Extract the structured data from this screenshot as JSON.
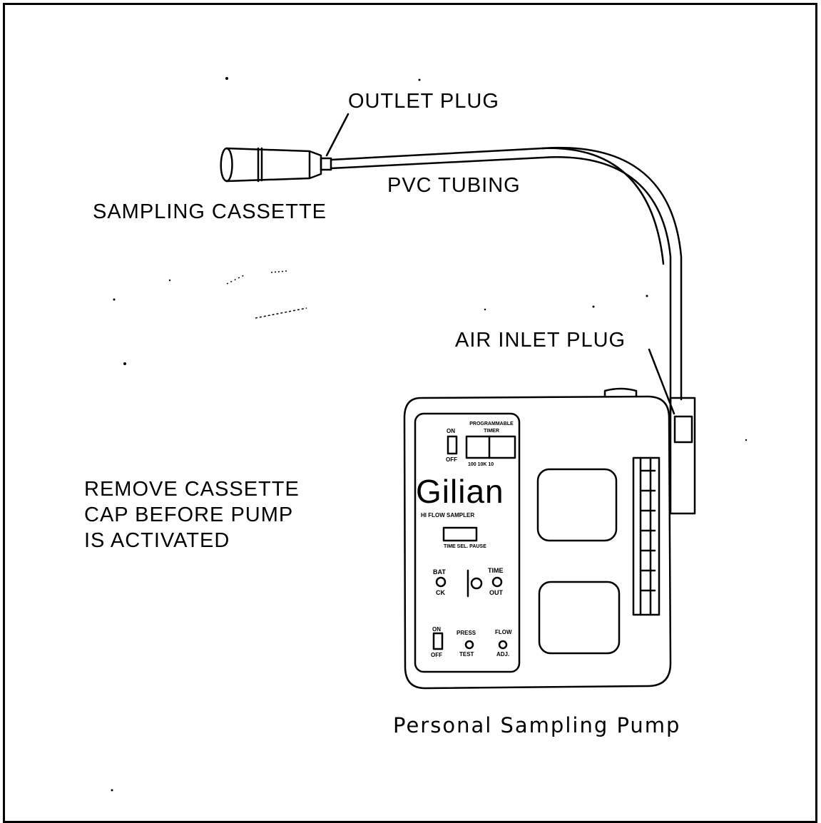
{
  "labels": {
    "outlet_plug": "OUTLET PLUG",
    "pvc_tubing": "PVC TUBING",
    "sampling_cassette": "SAMPLING CASSETTE",
    "air_inlet_plug": "AIR INLET PLUG",
    "remove_line1": "REMOVE CASSETTE",
    "remove_line2": "CAP BEFORE PUMP",
    "remove_line3": "IS ACTIVATED",
    "caption": "Personal Sampling Pump"
  },
  "pump": {
    "brand": "Gilian",
    "model_line": "HI FLOW SAMPLER",
    "on": "ON",
    "off": "OFF",
    "programmable_timer": "PROGRAMMABLE TIMER",
    "timer_scale": "100  10K  10",
    "bat_ck_top": "BAT",
    "bat_ck_bottom": "CK",
    "time_out_top": "TIME",
    "time_out_bottom": "OUT",
    "press_test_top": "PRESS",
    "press_test_bottom": "TEST",
    "flow_adj_top": "FLOW",
    "flow_adj_bottom": "ADJ.",
    "time_sel": "TIME SEL. PAUSE"
  }
}
